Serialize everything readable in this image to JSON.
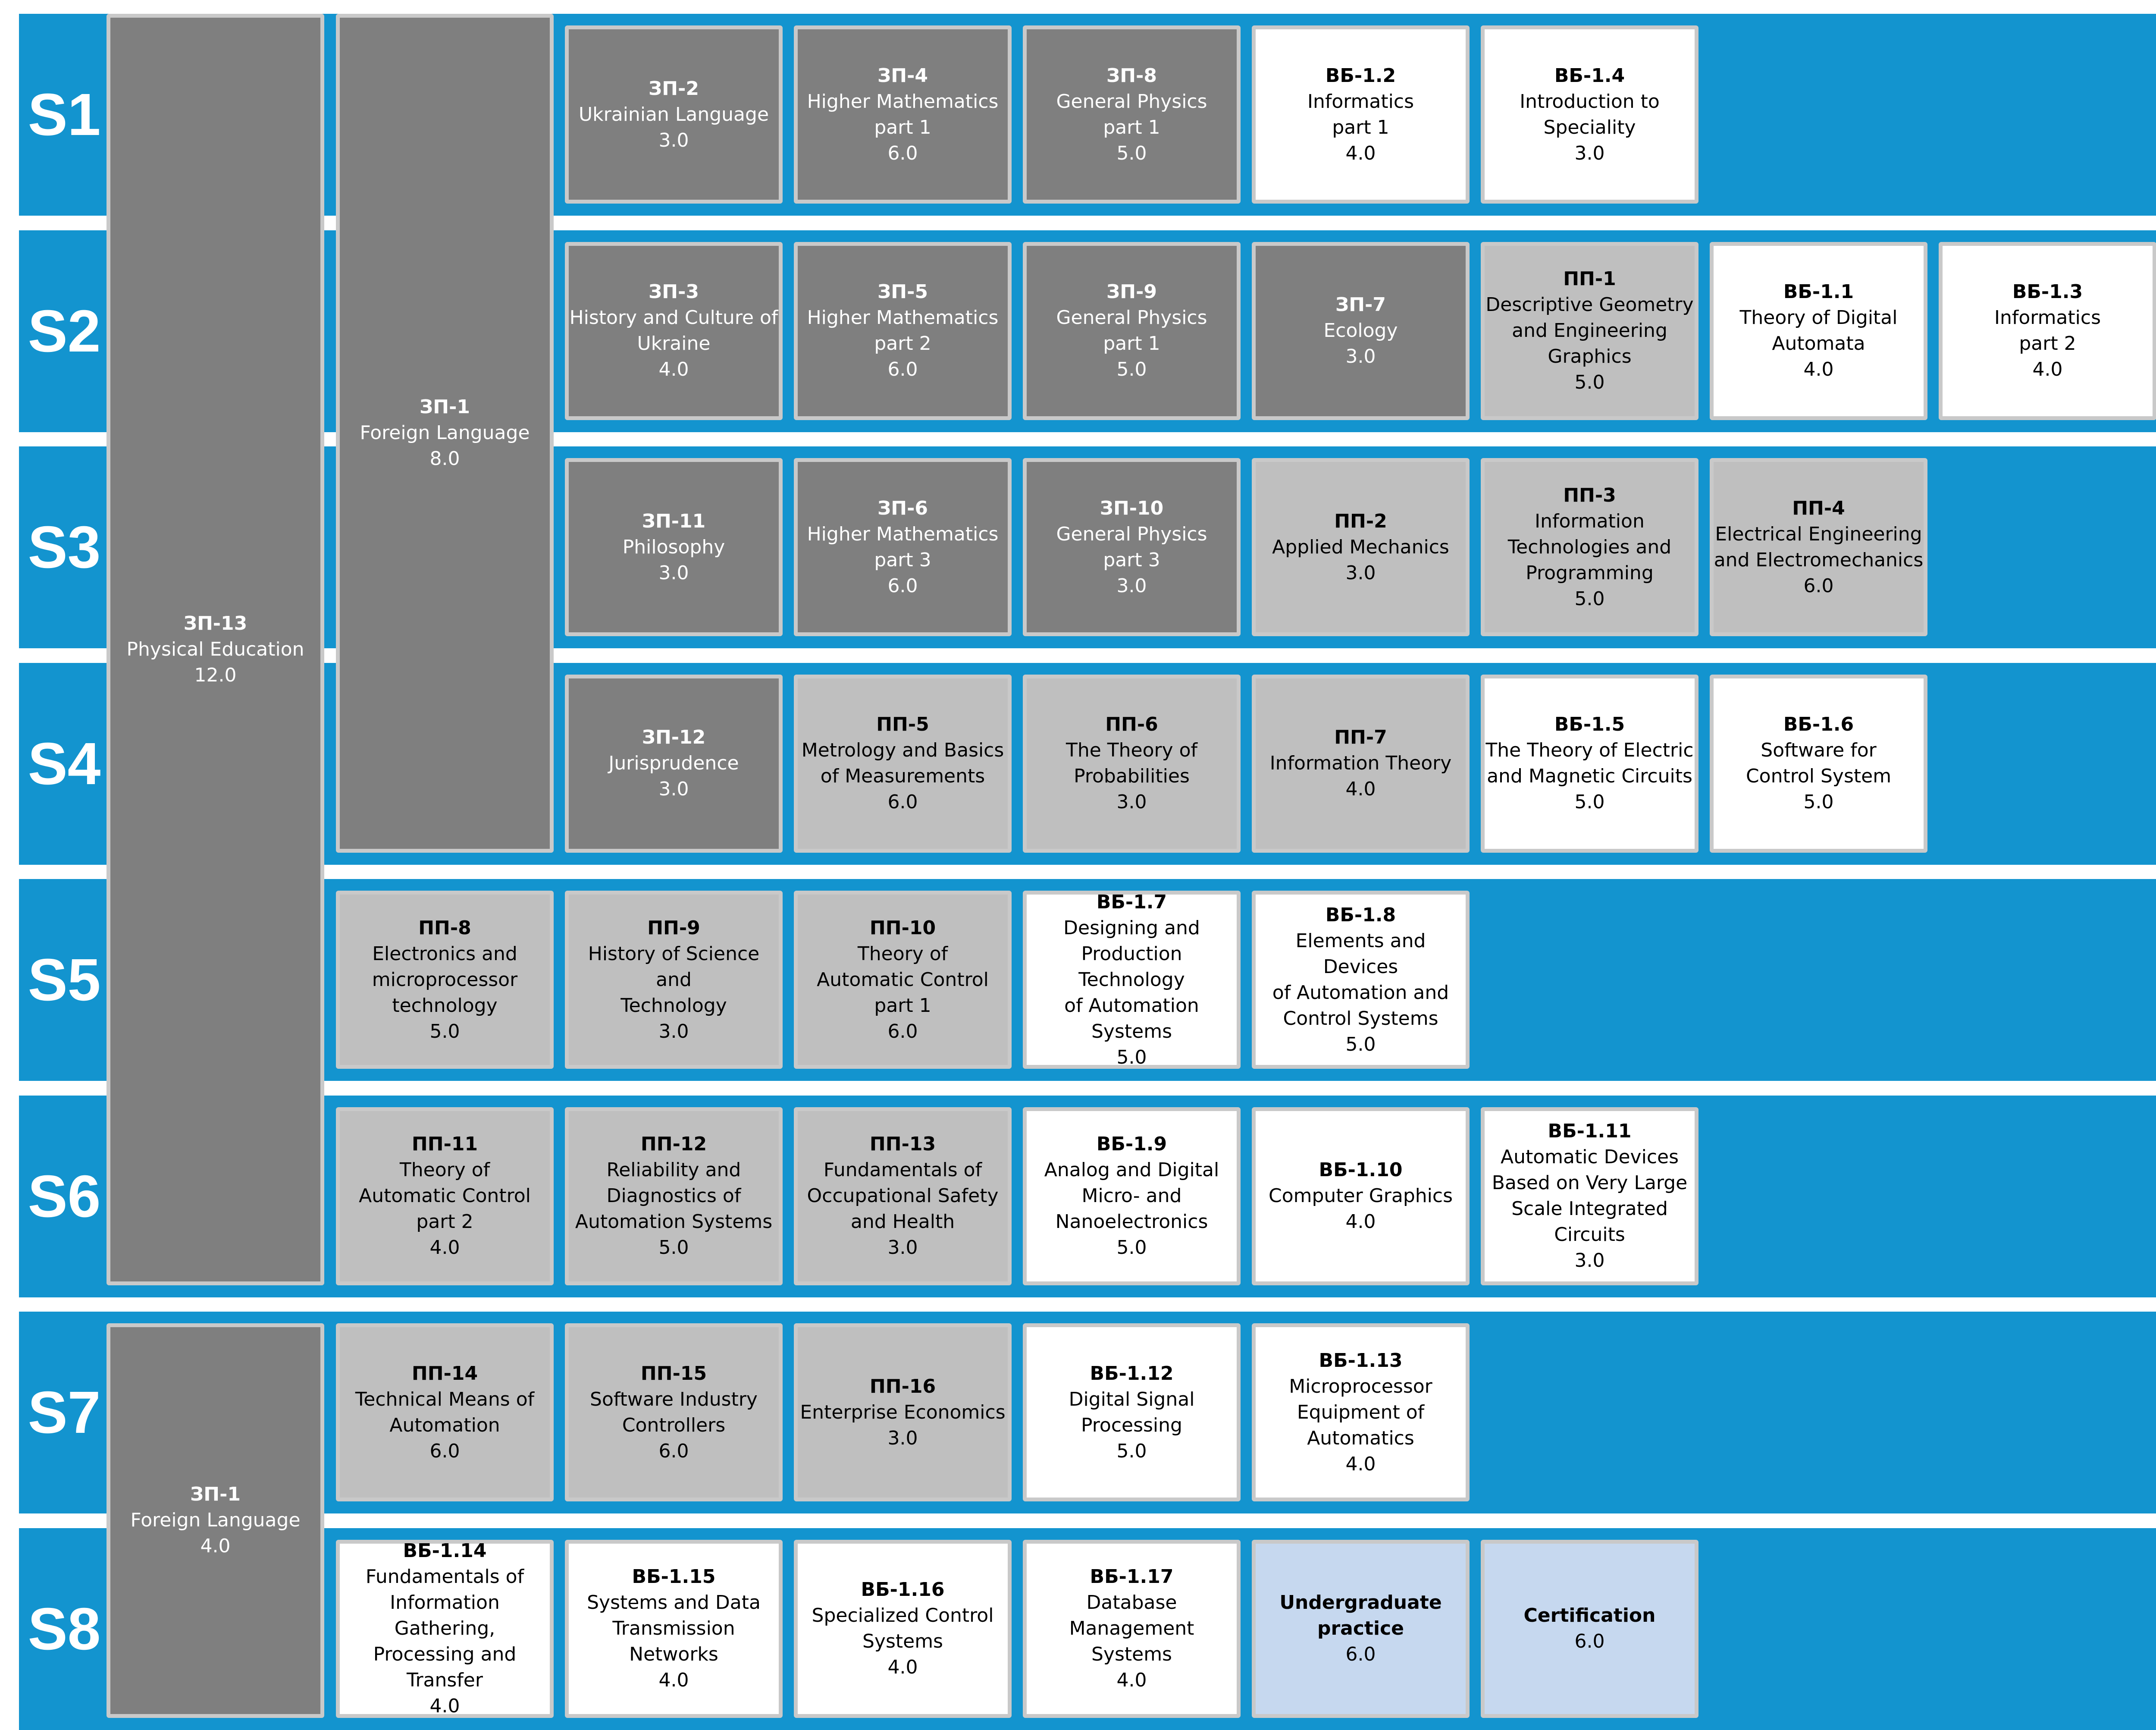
{
  "colors": {
    "band": "#1394cf",
    "general": "#7f7f7f",
    "professional": "#bfbfbf",
    "selective": "#ffffff",
    "practice": "#c6d8ef",
    "border": "#c9c9c9"
  },
  "semesters": [
    "S1",
    "S2",
    "S3",
    "S4",
    "S5",
    "S6",
    "S7",
    "S8"
  ],
  "tall_courses": [
    {
      "code": "ЗП-13",
      "title": "Physical Education",
      "credits": "12.0",
      "kind": "general"
    },
    {
      "code": "ЗП-1",
      "title": "Foreign Language",
      "credits": "8.0",
      "kind": "general"
    },
    {
      "code": "ЗП-1",
      "title": "Foreign Language",
      "credits": "4.0",
      "kind": "general"
    }
  ],
  "courses": [
    {
      "sem": 0,
      "col": 2,
      "code": "ЗП-2",
      "title": "Ukrainian Language",
      "credits": "3.0",
      "kind": "general"
    },
    {
      "sem": 0,
      "col": 3,
      "code": "ЗП-4",
      "title": "Higher Mathematics\npart 1",
      "credits": "6.0",
      "kind": "general"
    },
    {
      "sem": 0,
      "col": 4,
      "code": "ЗП-8",
      "title": "General Physics\npart 1",
      "credits": "5.0",
      "kind": "general"
    },
    {
      "sem": 0,
      "col": 5,
      "code": "ВБ-1.2",
      "title": "Informatics\npart 1",
      "credits": "4.0",
      "kind": "selective"
    },
    {
      "sem": 0,
      "col": 6,
      "code": "ВБ-1.4",
      "title": "Introduction to\nSpeciality",
      "credits": "3.0",
      "kind": "selective"
    },
    {
      "sem": 1,
      "col": 2,
      "code": "ЗП-3",
      "title": "History and Culture of\nUkraine",
      "credits": "4.0",
      "kind": "general"
    },
    {
      "sem": 1,
      "col": 3,
      "code": "ЗП-5",
      "title": "Higher Mathematics\npart 2",
      "credits": "6.0",
      "kind": "general"
    },
    {
      "sem": 1,
      "col": 4,
      "code": "ЗП-9",
      "title": "General Physics\npart 1",
      "credits": "5.0",
      "kind": "general"
    },
    {
      "sem": 1,
      "col": 5,
      "code": "ЗП-7",
      "title": "Ecology",
      "credits": "3.0",
      "kind": "general"
    },
    {
      "sem": 1,
      "col": 6,
      "code": "ПП-1",
      "title": "Descriptive Geometry\nand Engineering\nGraphics",
      "credits": "5.0",
      "kind": "professional"
    },
    {
      "sem": 1,
      "col": 7,
      "code": "ВБ-1.1",
      "title": "Theory of Digital\nAutomata",
      "credits": "4.0",
      "kind": "selective"
    },
    {
      "sem": 1,
      "col": 8,
      "code": "ВБ-1.3",
      "title": "Informatics\npart 2",
      "credits": "4.0",
      "kind": "selective"
    },
    {
      "sem": 2,
      "col": 2,
      "code": "ЗП-11",
      "title": "Philosophy",
      "credits": "3.0",
      "kind": "general"
    },
    {
      "sem": 2,
      "col": 3,
      "code": "ЗП-6",
      "title": "Higher Mathematics\npart 3",
      "credits": "6.0",
      "kind": "general"
    },
    {
      "sem": 2,
      "col": 4,
      "code": "ЗП-10",
      "title": "General Physics\npart 3",
      "credits": "3.0",
      "kind": "general"
    },
    {
      "sem": 2,
      "col": 5,
      "code": "ПП-2",
      "title": "Applied Mechanics",
      "credits": "3.0",
      "kind": "professional"
    },
    {
      "sem": 2,
      "col": 6,
      "code": "ПП-3",
      "title": "Information\nTechnologies and\nProgramming",
      "credits": "5.0",
      "kind": "professional"
    },
    {
      "sem": 2,
      "col": 7,
      "code": "ПП-4",
      "title": "Electrical Engineering\nand Electromechanics",
      "credits": "6.0",
      "kind": "professional"
    },
    {
      "sem": 3,
      "col": 2,
      "code": "ЗП-12",
      "title": "Jurisprudence",
      "credits": "3.0",
      "kind": "general"
    },
    {
      "sem": 3,
      "col": 3,
      "code": "ПП-5",
      "title": "Metrology and Basics\nof Measurements",
      "credits": "6.0",
      "kind": "professional"
    },
    {
      "sem": 3,
      "col": 4,
      "code": "ПП-6",
      "title": "The Theory of\nProbabilities",
      "credits": "3.0",
      "kind": "professional"
    },
    {
      "sem": 3,
      "col": 5,
      "code": "ПП-7",
      "title": "Information Theory",
      "credits": "4.0",
      "kind": "professional"
    },
    {
      "sem": 3,
      "col": 6,
      "code": "ВБ-1.5",
      "title": "The Theory of Electric\nand Magnetic Circuits",
      "credits": "5.0",
      "kind": "selective"
    },
    {
      "sem": 3,
      "col": 7,
      "code": "ВБ-1.6",
      "title": "Software for\nControl System",
      "credits": "5.0",
      "kind": "selective"
    },
    {
      "sem": 4,
      "col": 1,
      "code": "ПП-8",
      "title": "Electronics and\nmicroprocessor\ntechnology",
      "credits": "5.0",
      "kind": "professional"
    },
    {
      "sem": 4,
      "col": 2,
      "code": "ПП-9",
      "title": "History of Science and\nTechnology",
      "credits": "3.0",
      "kind": "professional"
    },
    {
      "sem": 4,
      "col": 3,
      "code": "ПП-10",
      "title": "Theory of\nAutomatic Control\npart 1",
      "credits": "6.0",
      "kind": "professional"
    },
    {
      "sem": 4,
      "col": 4,
      "code": "ВБ-1.7",
      "title": "Designing and\nProduction Technology\nof Automation Systems",
      "credits": "5.0",
      "kind": "selective"
    },
    {
      "sem": 4,
      "col": 5,
      "code": "ВБ-1.8",
      "title": "Elements and Devices\nof Automation and\nControl Systems",
      "credits": "5.0",
      "kind": "selective"
    },
    {
      "sem": 5,
      "col": 1,
      "code": "ПП-11",
      "title": "Theory of\nAutomatic Control\npart 2",
      "credits": "4.0",
      "kind": "professional"
    },
    {
      "sem": 5,
      "col": 2,
      "code": "ПП-12",
      "title": "Reliability and\nDiagnostics of\nAutomation Systems",
      "credits": "5.0",
      "kind": "professional"
    },
    {
      "sem": 5,
      "col": 3,
      "code": "ПП-13",
      "title": "Fundamentals of\nOccupational Safety\nand Health",
      "credits": "3.0",
      "kind": "professional"
    },
    {
      "sem": 5,
      "col": 4,
      "code": "ВБ-1.9",
      "title": "Analog and Digital\nMicro- and\nNanoelectronics",
      "credits": "5.0",
      "kind": "selective"
    },
    {
      "sem": 5,
      "col": 5,
      "code": "ВБ-1.10",
      "title": "Computer Graphics",
      "credits": "4.0",
      "kind": "selective"
    },
    {
      "sem": 5,
      "col": 6,
      "code": "ВБ-1.11",
      "title": "Automatic Devices\nBased on Very Large\nScale Integrated\nCircuits",
      "credits": "3.0",
      "kind": "selective"
    },
    {
      "sem": 6,
      "col": 1,
      "code": "ПП-14",
      "title": "Technical Means of\nAutomation",
      "credits": "6.0",
      "kind": "professional"
    },
    {
      "sem": 6,
      "col": 2,
      "code": "ПП-15",
      "title": "Software Industry\nControllers",
      "credits": "6.0",
      "kind": "professional"
    },
    {
      "sem": 6,
      "col": 3,
      "code": "ПП-16",
      "title": "Enterprise Economics",
      "credits": "3.0",
      "kind": "professional"
    },
    {
      "sem": 6,
      "col": 4,
      "code": "ВБ-1.12",
      "title": "Digital Signal\nProcessing",
      "credits": "5.0",
      "kind": "selective"
    },
    {
      "sem": 6,
      "col": 5,
      "code": "ВБ-1.13",
      "title": "Microprocessor\nEquipment of\nAutomatics",
      "credits": "4.0",
      "kind": "selective"
    },
    {
      "sem": 7,
      "col": 1,
      "code": "ВБ-1.14",
      "title": "Fundamentals of\nInformation Gathering,\nProcessing and Transfer",
      "credits": "4.0",
      "kind": "selective"
    },
    {
      "sem": 7,
      "col": 2,
      "code": "ВБ-1.15",
      "title": "Systems and Data\nTransmission Networks",
      "credits": "4.0",
      "kind": "selective"
    },
    {
      "sem": 7,
      "col": 3,
      "code": "ВБ-1.16",
      "title": "Specialized Control\nSystems",
      "credits": "4.0",
      "kind": "selective"
    },
    {
      "sem": 7,
      "col": 4,
      "code": "ВБ-1.17",
      "title": "Database\nManagement\nSystems",
      "credits": "4.0",
      "kind": "selective"
    },
    {
      "sem": 7,
      "col": 5,
      "code": "",
      "title": "Undergraduate\npractice",
      "credits": "6.0",
      "kind": "practice"
    },
    {
      "sem": 7,
      "col": 6,
      "code": "",
      "title": "Certification",
      "credits": "6.0",
      "kind": "practice"
    }
  ]
}
